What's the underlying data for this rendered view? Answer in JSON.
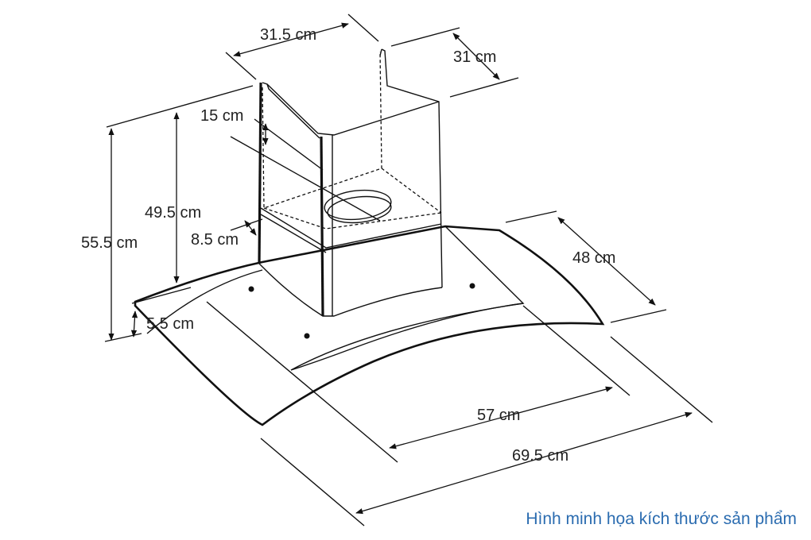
{
  "caption": "Hình minh họa kích thước sản phẩm",
  "dimensions": {
    "chimney_width": "31.5 cm",
    "chimney_depth": "31 cm",
    "duct_offset": "15 cm",
    "total_height": "55.5 cm",
    "chimney_height": "49.5 cm",
    "collar_height": "8.5 cm",
    "glass_thickness": "5.5 cm",
    "canopy_depth": "48 cm",
    "base_width": "57 cm",
    "total_width": "69.5 cm"
  },
  "colors": {
    "line": "#111111",
    "caption": "#2b6cb0"
  }
}
